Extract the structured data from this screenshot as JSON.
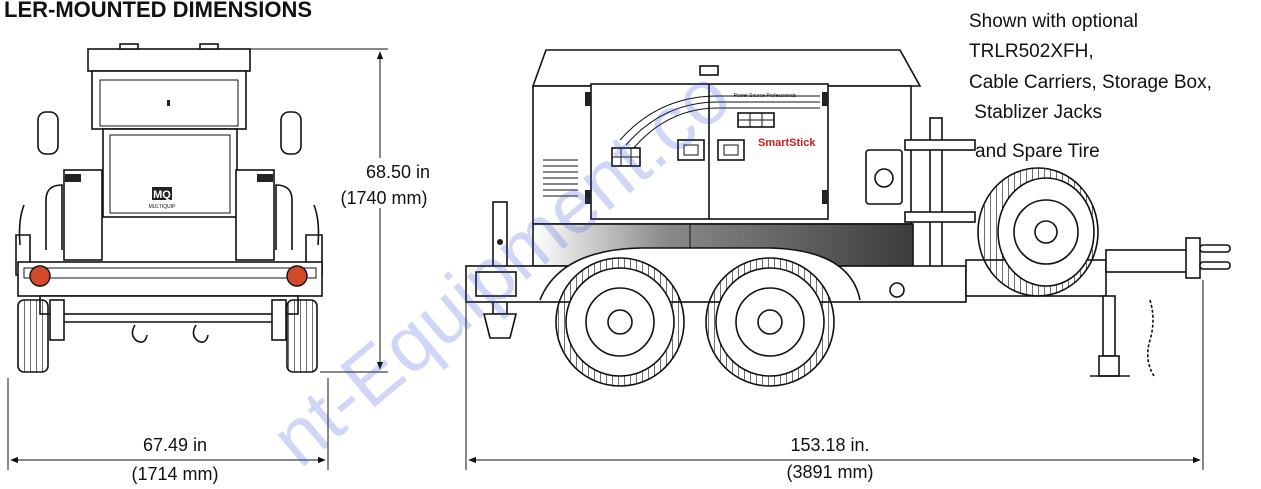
{
  "title": "LER-MOUNTED DIMENSIONS",
  "front_view": {
    "height_in": "68.50 in",
    "height_mm": "(1740 mm)",
    "width_in": "67.49 in",
    "width_mm": "(1714 mm)",
    "badge_logo": "MQ",
    "badge_text": "MULTIQUIP"
  },
  "side_view": {
    "length_in": "153.18 in.",
    "length_mm": "(3891 mm)",
    "brand_label": "SmartStick",
    "panel_label": "Power Source Professionals"
  },
  "note": {
    "lines": [
      "Shown with optional",
      "TRLR502XFH,",
      "Cable Carriers, Storage Box,",
      " Stablizer Jacks",
      "and Spare Tire"
    ]
  },
  "watermark": "nt-Equipment.co"
}
